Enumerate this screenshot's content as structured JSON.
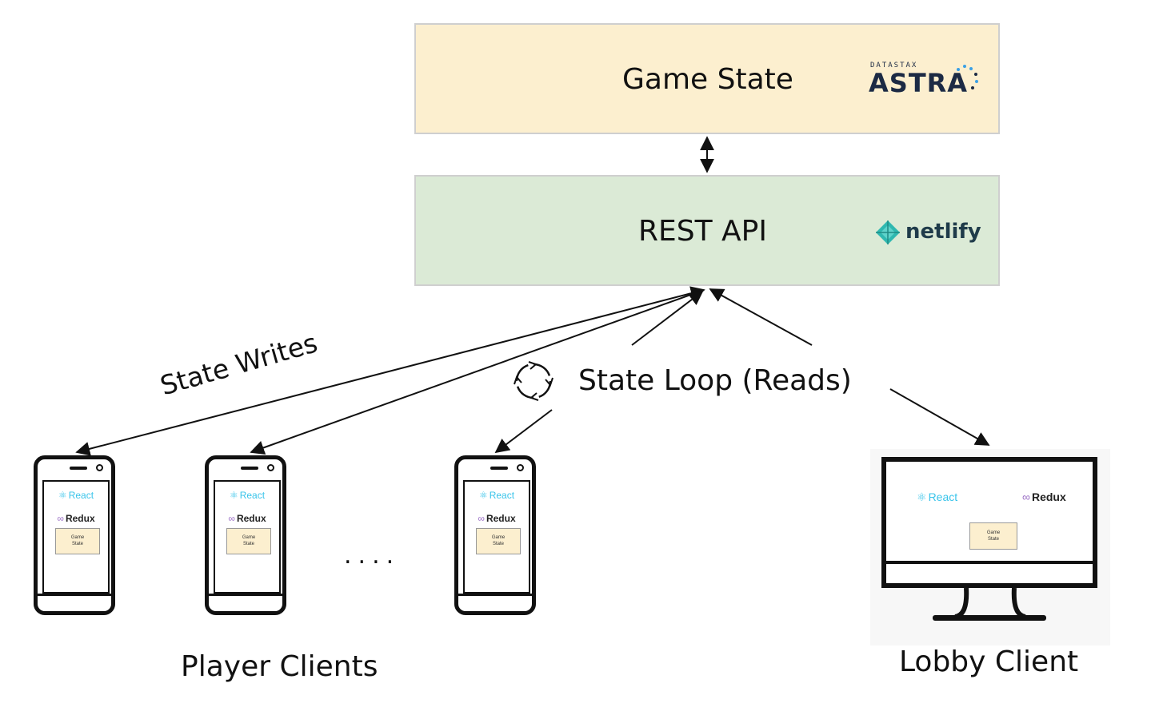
{
  "game_state": {
    "title": "Game State",
    "logo_top": "DATASTAX",
    "logo_main": "ASTRA"
  },
  "rest_api": {
    "title": "REST API",
    "logo": "netlify"
  },
  "labels": {
    "state_writes": "State Writes",
    "state_loop": "State Loop (Reads)",
    "ellipsis": "....",
    "player_clients": "Player Clients",
    "lobby_client": "Lobby Client"
  },
  "client_app": {
    "react": "React",
    "redux": "Redux",
    "state_line1": "Game",
    "state_line2": "State"
  },
  "colors": {
    "astra_box": "#fcefcf",
    "api_box": "#dbead6",
    "react": "#39c4ea",
    "redux": "#9b6fc6",
    "netlify": "#2fb8b0"
  }
}
